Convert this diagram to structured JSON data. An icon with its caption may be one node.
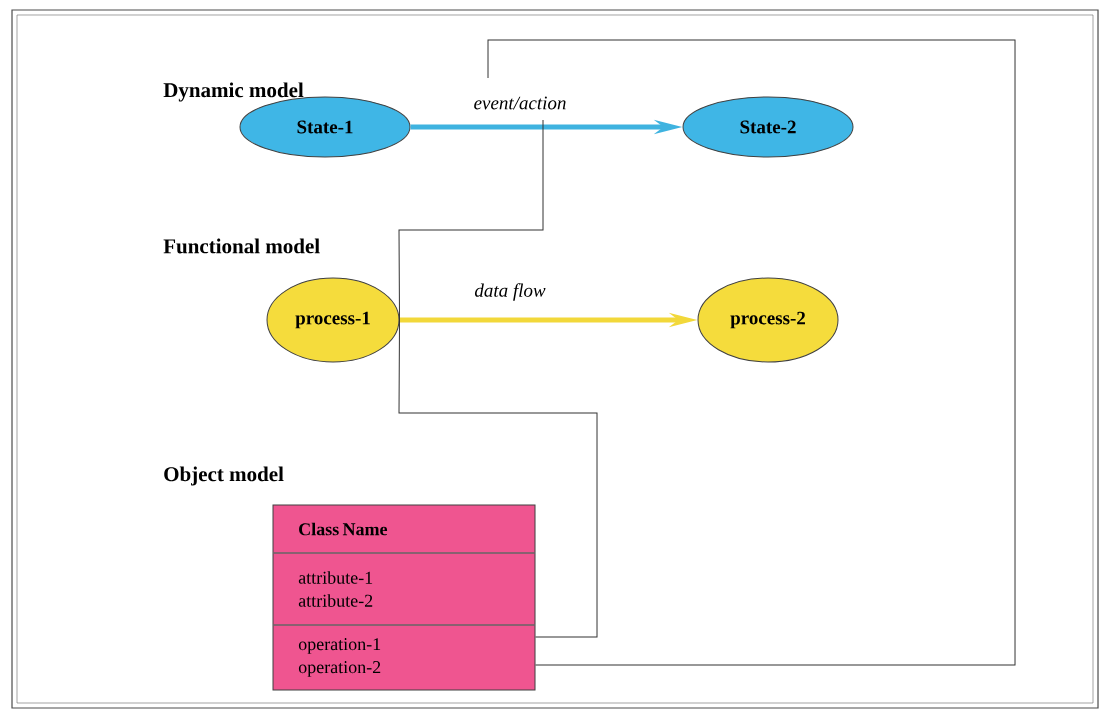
{
  "diagram": {
    "nodes": [
      {
        "text": [
          "State-1"
        ]
      },
      {
        "text": [
          "State-2"
        ]
      },
      {
        "text": [
          "process-1"
        ]
      },
      {
        "text": [
          "process-2"
        ]
      },
      {
        "text": [
          "Class Name",
          "attribute-1 attribute-2",
          "operation-1 operation-2"
        ]
      }
    ],
    "edges": [
      {
        "from": 0,
        "to": 1,
        "arrow": "to",
        "label": "event/action",
        "style": "thick",
        "color": "#3fb3e0"
      },
      {
        "from": 2,
        "to": 3,
        "arrow": "to",
        "label": "data flow",
        "style": "thick",
        "color": "#f2d83a"
      },
      {
        "from": 4,
        "to": 2,
        "arrow": "none"
      },
      {
        "from": 2,
        "to": null,
        "arrow": "none"
      },
      {
        "from": 4,
        "to": null,
        "arrow": "none"
      }
    ],
    "labels": [
      "Dynamic model",
      "Functional model",
      "Object model"
    ]
  }
}
